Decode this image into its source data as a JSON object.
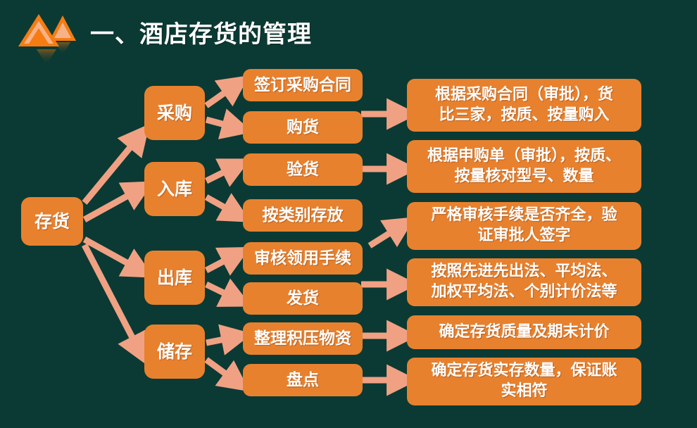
{
  "slide": {
    "background_color": "#0b3a34",
    "node_color": "#E8812E",
    "arrow_color": "#F0A183",
    "text_color": "#ffffff"
  },
  "header": {
    "title": "一、酒店存货的管理",
    "logo_name": "mountain-logo"
  },
  "diagram": {
    "root": {
      "label": "存货"
    },
    "level2": [
      {
        "label": "采购"
      },
      {
        "label": "入库"
      },
      {
        "label": "出库"
      },
      {
        "label": "储存"
      }
    ],
    "level3": [
      {
        "label": "签订采购合同"
      },
      {
        "label": "购货"
      },
      {
        "label": "验货"
      },
      {
        "label": "按类别存放"
      },
      {
        "label": "审核领用手续"
      },
      {
        "label": "发货"
      },
      {
        "label": "整理积压物资"
      },
      {
        "label": "盘点"
      }
    ],
    "details": [
      {
        "line1": "根据采购合同（审批），货",
        "line2": "比三家，按质、按量购入"
      },
      {
        "line1": "根据申购单（审批），按质、",
        "line2": "按量核对型号、数量"
      },
      {
        "line1": "严格审核手续是否齐全，验",
        "line2": "证审批人签字"
      },
      {
        "line1": "按照先进先出法、平均法、",
        "line2": "加权平均法、个别计价法等"
      },
      {
        "line1": "确定存货质量及期末计价",
        "line2": ""
      },
      {
        "line1": "确定存货实存数量，保证账",
        "line2": "实相符"
      }
    ]
  }
}
